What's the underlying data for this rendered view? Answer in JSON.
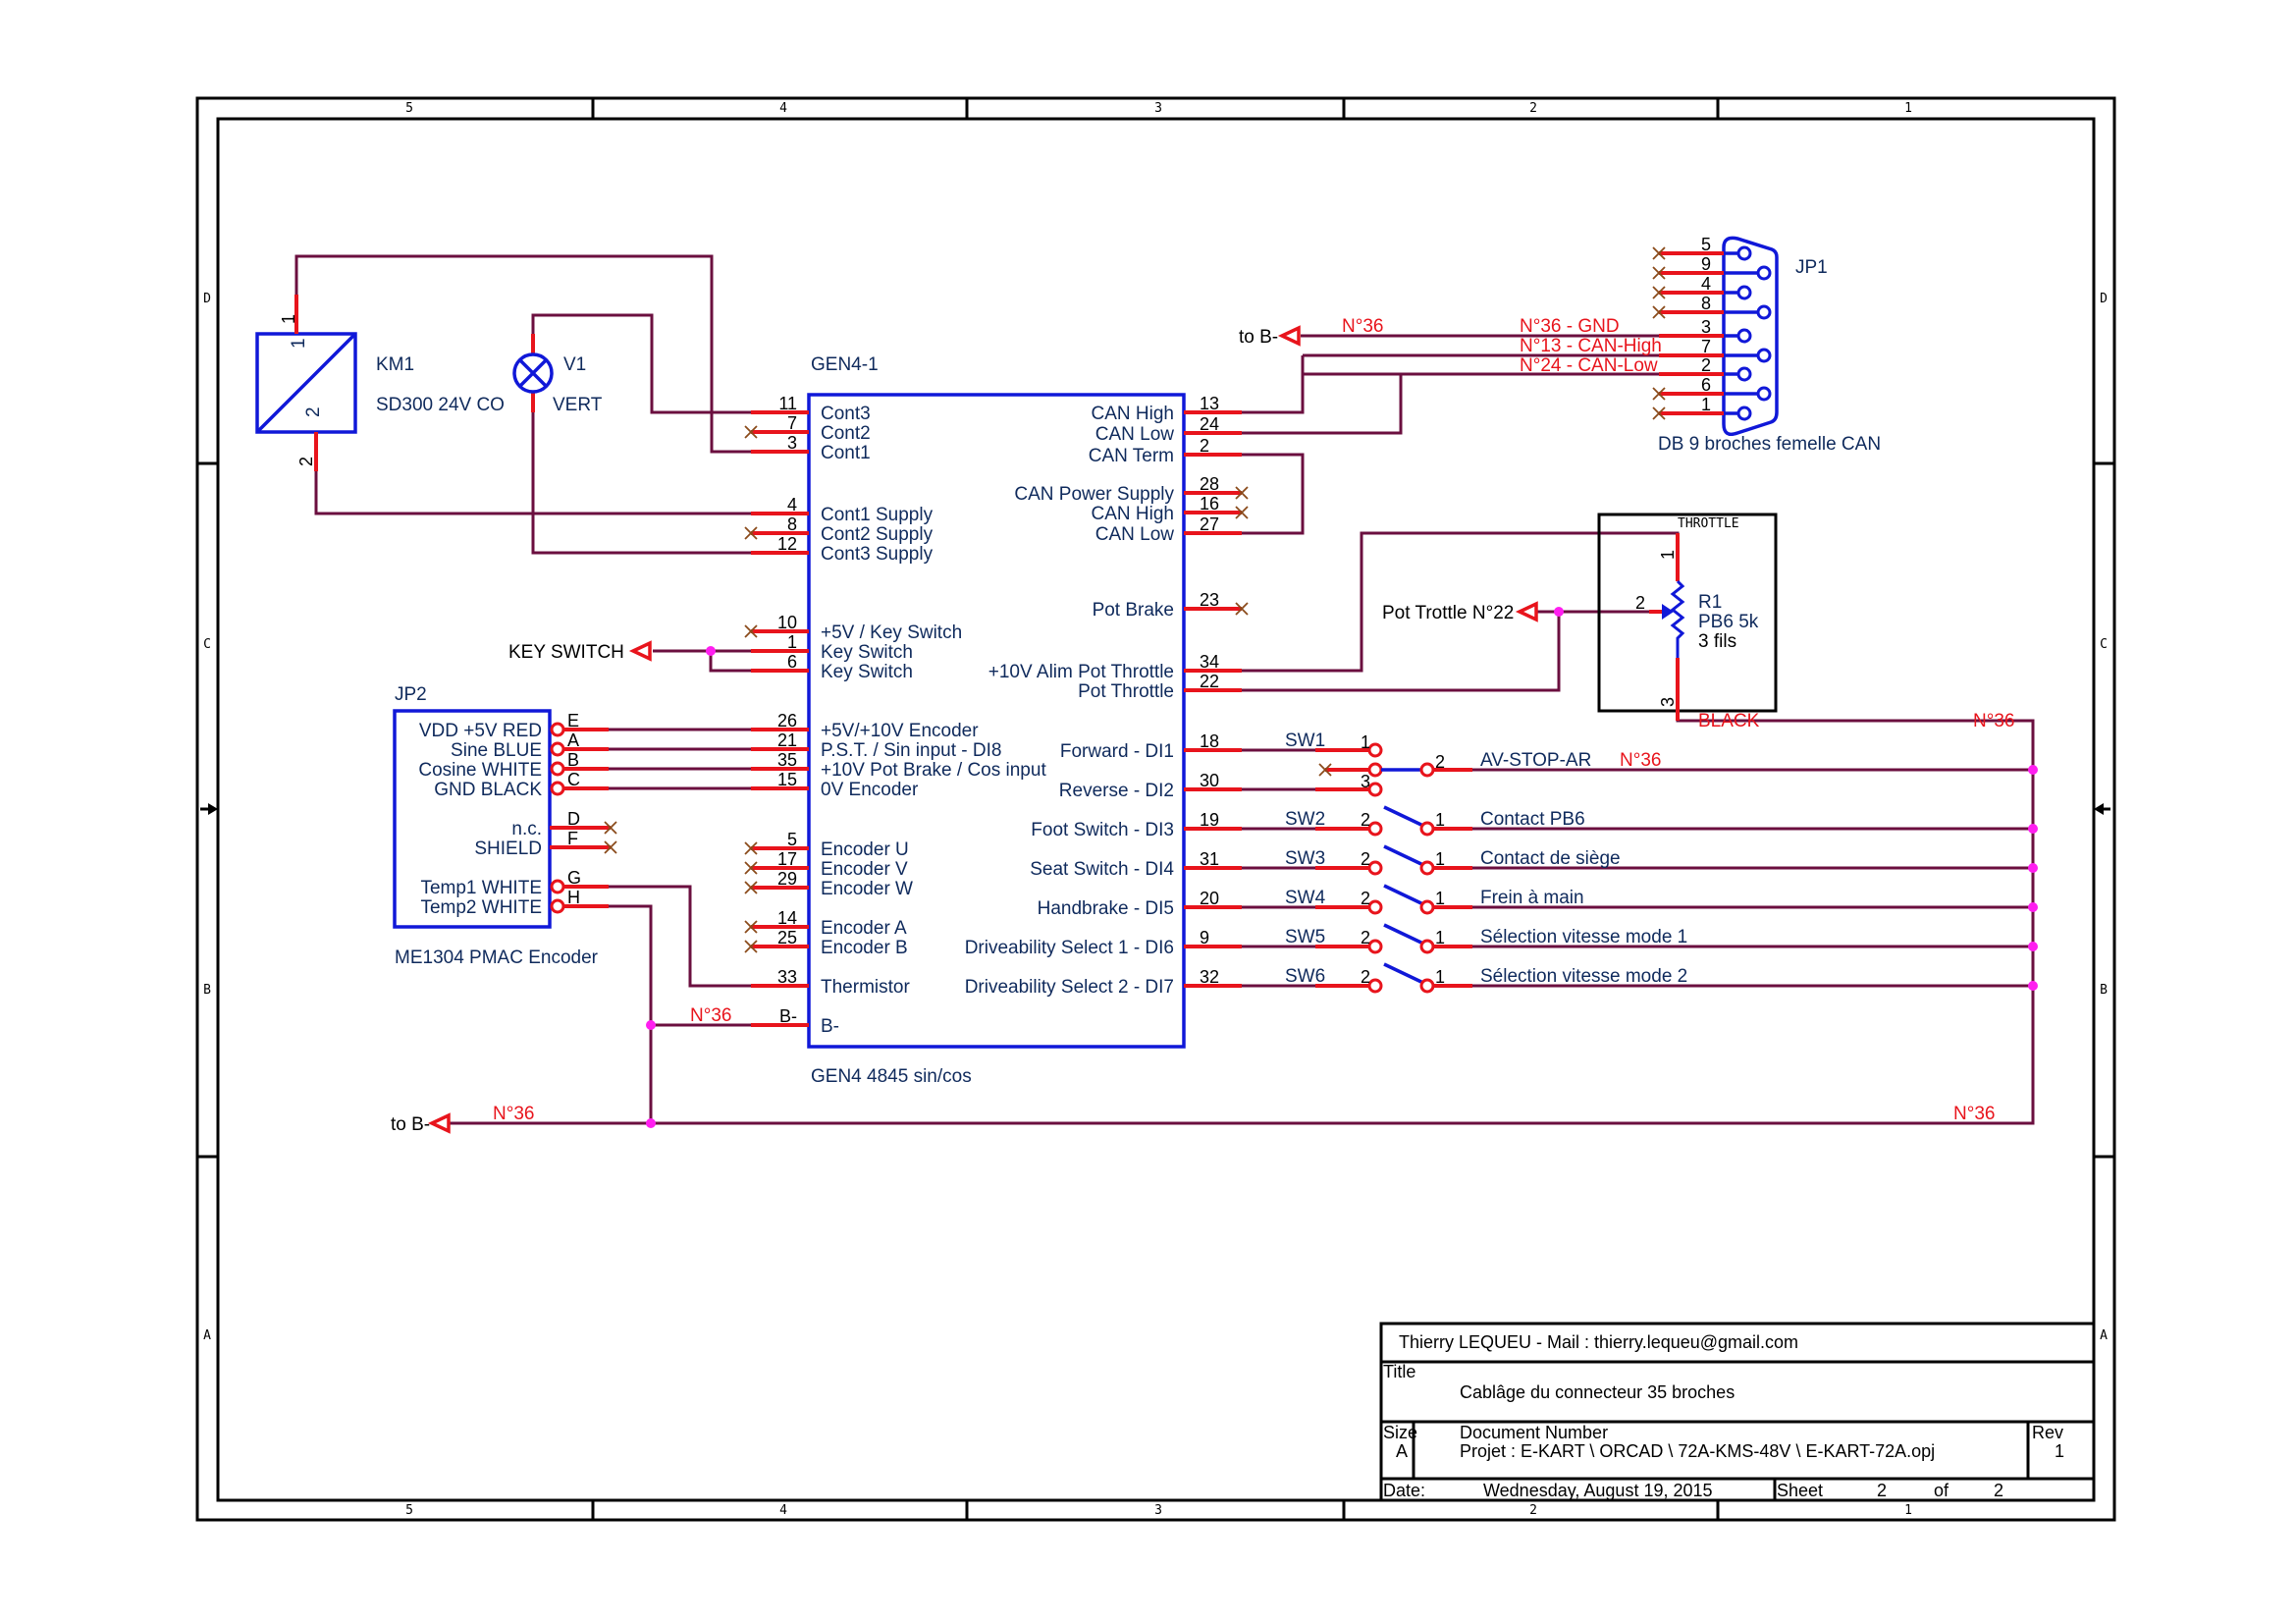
{
  "border": {
    "columns": [
      "5",
      "4",
      "3",
      "2",
      "1"
    ],
    "rows": [
      "D",
      "C",
      "B",
      "A"
    ]
  },
  "km1": {
    "ref": "KM1",
    "value": "SD300 24V CO",
    "pin1": "1",
    "pin2": "2"
  },
  "v1": {
    "ref": "V1",
    "value": "VERT"
  },
  "gen4": {
    "ref": "GEN4-1",
    "value": "GEN4 4845 sin/cos",
    "left_pins": [
      {
        "num": "11",
        "label": "Cont3"
      },
      {
        "num": "7",
        "label": "Cont2"
      },
      {
        "num": "3",
        "label": "Cont1"
      },
      {
        "num": "4",
        "label": "Cont1 Supply"
      },
      {
        "num": "8",
        "label": "Cont2 Supply"
      },
      {
        "num": "12",
        "label": "Cont3 Supply"
      },
      {
        "num": "10",
        "label": "+5V / Key Switch"
      },
      {
        "num": "1",
        "label": "Key Switch"
      },
      {
        "num": "6",
        "label": "Key Switch"
      },
      {
        "num": "26",
        "label": "+5V/+10V Encoder"
      },
      {
        "num": "21",
        "label": "P.S.T. / Sin input - DI8"
      },
      {
        "num": "35",
        "label": "+10V Pot Brake / Cos input"
      },
      {
        "num": "15",
        "label": "0V Encoder"
      },
      {
        "num": "5",
        "label": "Encoder U"
      },
      {
        "num": "17",
        "label": "Encoder V"
      },
      {
        "num": "29",
        "label": "Encoder W"
      },
      {
        "num": "14",
        "label": "Encoder A"
      },
      {
        "num": "25",
        "label": "Encoder B"
      },
      {
        "num": "33",
        "label": "Thermistor"
      },
      {
        "num": "B-",
        "label": "B-"
      }
    ],
    "right_pins": [
      {
        "num": "13",
        "label": "CAN High"
      },
      {
        "num": "24",
        "label": "CAN Low"
      },
      {
        "num": "2",
        "label": "CAN Term"
      },
      {
        "num": "28",
        "label": "CAN Power Supply"
      },
      {
        "num": "16",
        "label": "CAN High"
      },
      {
        "num": "27",
        "label": "CAN Low"
      },
      {
        "num": "23",
        "label": "Pot Brake"
      },
      {
        "num": "34",
        "label": "+10V Alim Pot Throttle"
      },
      {
        "num": "22",
        "label": "Pot Throttle"
      },
      {
        "num": "18",
        "label": "Forward - DI1"
      },
      {
        "num": "30",
        "label": "Reverse - DI2"
      },
      {
        "num": "19",
        "label": "Foot Switch - DI3"
      },
      {
        "num": "31",
        "label": "Seat Switch - DI4"
      },
      {
        "num": "20",
        "label": "Handbrake - DI5"
      },
      {
        "num": "9",
        "label": "Driveability Select 1 - DI6"
      },
      {
        "num": "32",
        "label": "Driveability Select 2 - DI7"
      }
    ]
  },
  "jp1": {
    "ref": "JP1",
    "value": "DB 9 broches femelle CAN",
    "pins": [
      "5",
      "9",
      "4",
      "8",
      "3",
      "7",
      "2",
      "6",
      "1"
    ],
    "nets": [
      "N°36 - GND",
      "N°13 - CAN-High",
      "N°24 - CAN-Low"
    ]
  },
  "jp2": {
    "ref": "JP2",
    "value": "ME1304 PMAC Encoder",
    "pins": [
      {
        "letter": "E",
        "label": "VDD +5V RED"
      },
      {
        "letter": "A",
        "label": "Sine BLUE"
      },
      {
        "letter": "B",
        "label": "Cosine WHITE"
      },
      {
        "letter": "C",
        "label": "GND BLACK"
      },
      {
        "letter": "D",
        "label": "n.c."
      },
      {
        "letter": "F",
        "label": "SHIELD"
      },
      {
        "letter": "G",
        "label": "Temp1 WHITE"
      },
      {
        "letter": "H",
        "label": "Temp2 WHITE"
      }
    ]
  },
  "throttle": {
    "title": "THROTTLE",
    "ref": "R1",
    "value": "PB6 5k",
    "note": "3 fils",
    "pins": [
      "1",
      "2",
      "3"
    ],
    "pin3_wire": "BLACK",
    "port_label": "Pot Trottle N°22"
  },
  "ports": {
    "key_switch": "KEY SWITCH",
    "to_b_top": "to B-",
    "to_b_bottom": "to B-"
  },
  "net_labels": {
    "n36": "N°36"
  },
  "switches": [
    {
      "ref": "SW1",
      "desc": "AV-STOP-AR",
      "pins": [
        "1",
        "2",
        "3"
      ]
    },
    {
      "ref": "SW2",
      "desc": "Contact PB6",
      "pins": [
        "2",
        "1"
      ]
    },
    {
      "ref": "SW3",
      "desc": "Contact de siège",
      "pins": [
        "2",
        "1"
      ]
    },
    {
      "ref": "SW4",
      "desc": "Frein à main",
      "pins": [
        "2",
        "1"
      ]
    },
    {
      "ref": "SW5",
      "desc": "Sélection vitesse mode 1",
      "pins": [
        "2",
        "1"
      ]
    },
    {
      "ref": "SW6",
      "desc": "Sélection vitesse mode 2",
      "pins": [
        "2",
        "1"
      ]
    }
  ],
  "title_block": {
    "author": "Thierry LEQUEU - Mail : thierry.lequeu@gmail.com",
    "title_label": "Title",
    "title": "Cablâge du connecteur 35 broches",
    "size_label": "Size",
    "size": "A",
    "docnum_label": "Document Number",
    "docnum": "Projet : E-KART \\ ORCAD \\ 72A-KMS-48V \\ E-KART-72A.opj",
    "rev_label": "Rev",
    "rev": "1",
    "date_label": "Date:",
    "date": "Wednesday, August 19, 2015",
    "sheet_label": "Sheet",
    "sheet": "2",
    "of_label": "of",
    "sheets": "2"
  }
}
